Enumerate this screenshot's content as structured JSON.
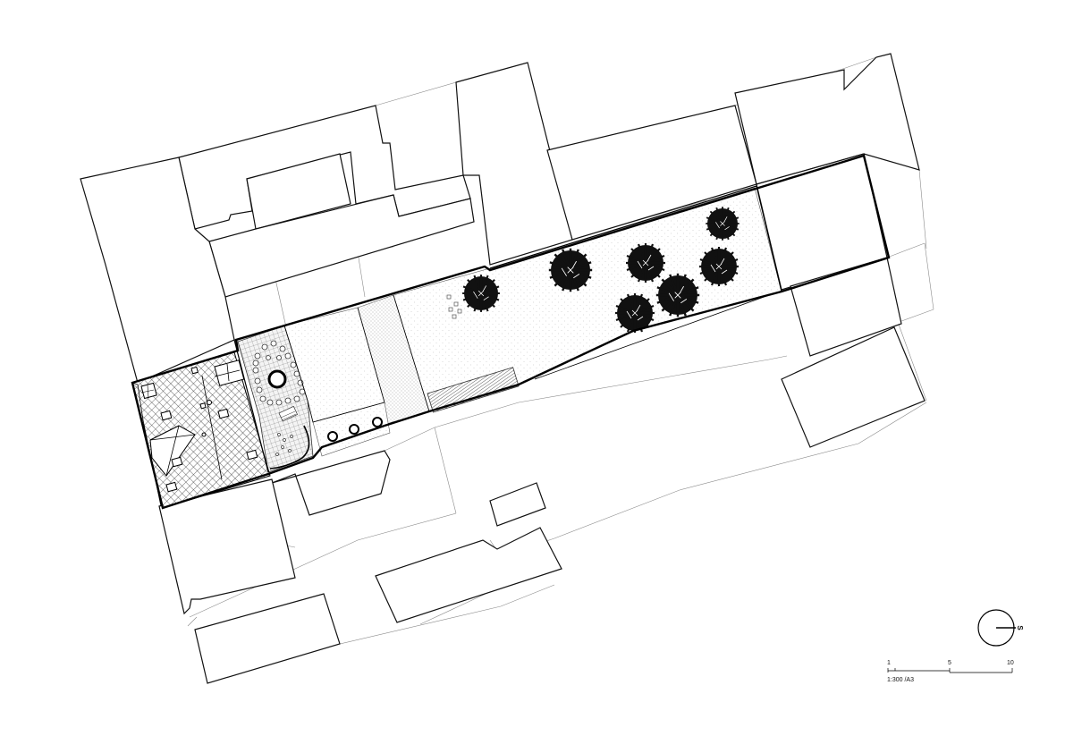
{
  "scale": {
    "ticks": [
      "1",
      "5",
      "10"
    ],
    "label": "1:300 /A3"
  },
  "north_arrow": {
    "letter": "S"
  },
  "colors": {
    "line": "#000000",
    "context_line": "#8a8a8a",
    "background": "#ffffff"
  }
}
